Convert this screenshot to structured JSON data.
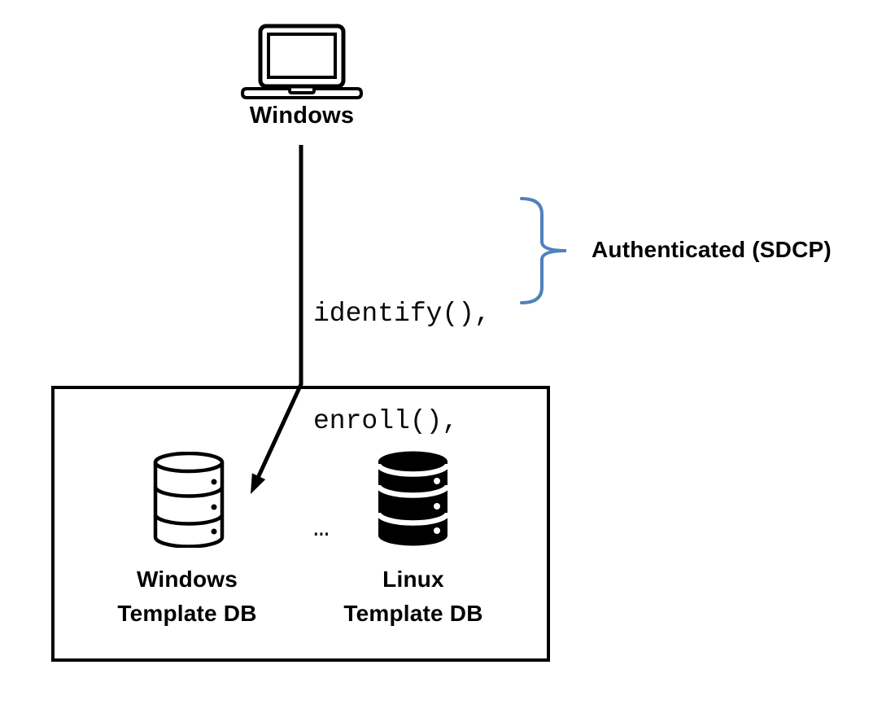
{
  "client": {
    "label": "Windows"
  },
  "connection": {
    "calls": [
      "identify(),",
      "enroll(),",
      "…"
    ],
    "annotation": "Authenticated (SDCP)"
  },
  "storage": {
    "databases": [
      {
        "name": [
          "Windows",
          "Template DB"
        ],
        "style": "outline"
      },
      {
        "name": [
          "Linux",
          "Template DB"
        ],
        "style": "filled"
      }
    ]
  },
  "icons": {
    "client": "laptop-icon",
    "flow": "arrow-down-icon",
    "grouping": "right-curly-brace-icon",
    "windows_db": "database-outline-icon",
    "linux_db": "database-filled-icon"
  },
  "colors": {
    "ink": "#000000",
    "background": "#FFFFFF",
    "brace_blue": "#4F81BD"
  }
}
